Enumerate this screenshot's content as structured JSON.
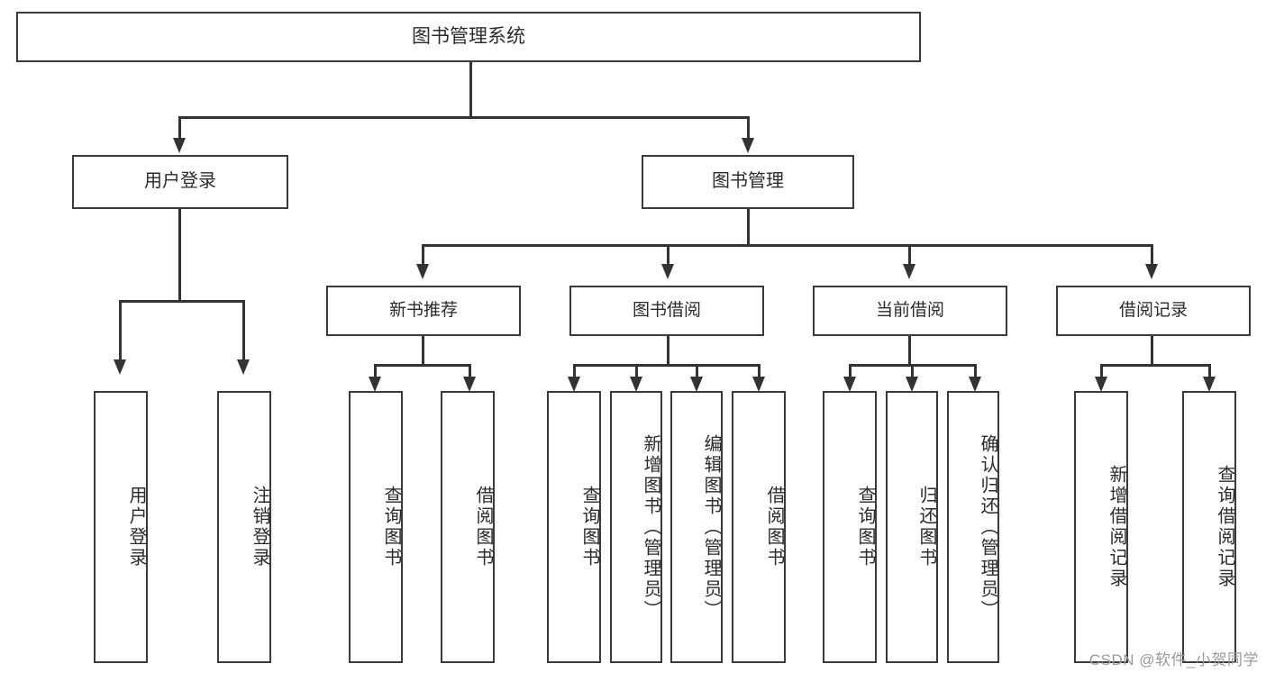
{
  "diagram": {
    "title": "图书管理系统",
    "type": "tree",
    "watermark": "CSDN @软件_小贺同学",
    "colors": {
      "box_border": "#3a3a3a",
      "connector": "#333333",
      "text": "#2b2b2b",
      "background": "#ffffff",
      "watermark": "#9a9a9a"
    },
    "root": {
      "label": "图书管理系统"
    },
    "level2": [
      {
        "label": "用户登录"
      },
      {
        "label": "图书管理"
      }
    ],
    "level3": [
      {
        "label": "新书推荐"
      },
      {
        "label": "图书借阅"
      },
      {
        "label": "当前借阅"
      },
      {
        "label": "借阅记录"
      }
    ],
    "leaves": {
      "user_login": [
        {
          "label": "用户登录"
        },
        {
          "label": "注销登录"
        }
      ],
      "new_book_recommend": [
        {
          "label": "查询图书"
        },
        {
          "label": "借阅图书"
        }
      ],
      "book_borrow": [
        {
          "label": "查询图书"
        },
        {
          "label": "新增图书（管理员）"
        },
        {
          "label": "编辑图书（管理员）"
        },
        {
          "label": "借阅图书"
        }
      ],
      "current_borrow": [
        {
          "label": "查询图书"
        },
        {
          "label": "归还图书"
        },
        {
          "label": "确认归还（管理员）"
        }
      ],
      "borrow_record": [
        {
          "label": "新增借阅记录"
        },
        {
          "label": "查询借阅记录"
        }
      ]
    }
  }
}
